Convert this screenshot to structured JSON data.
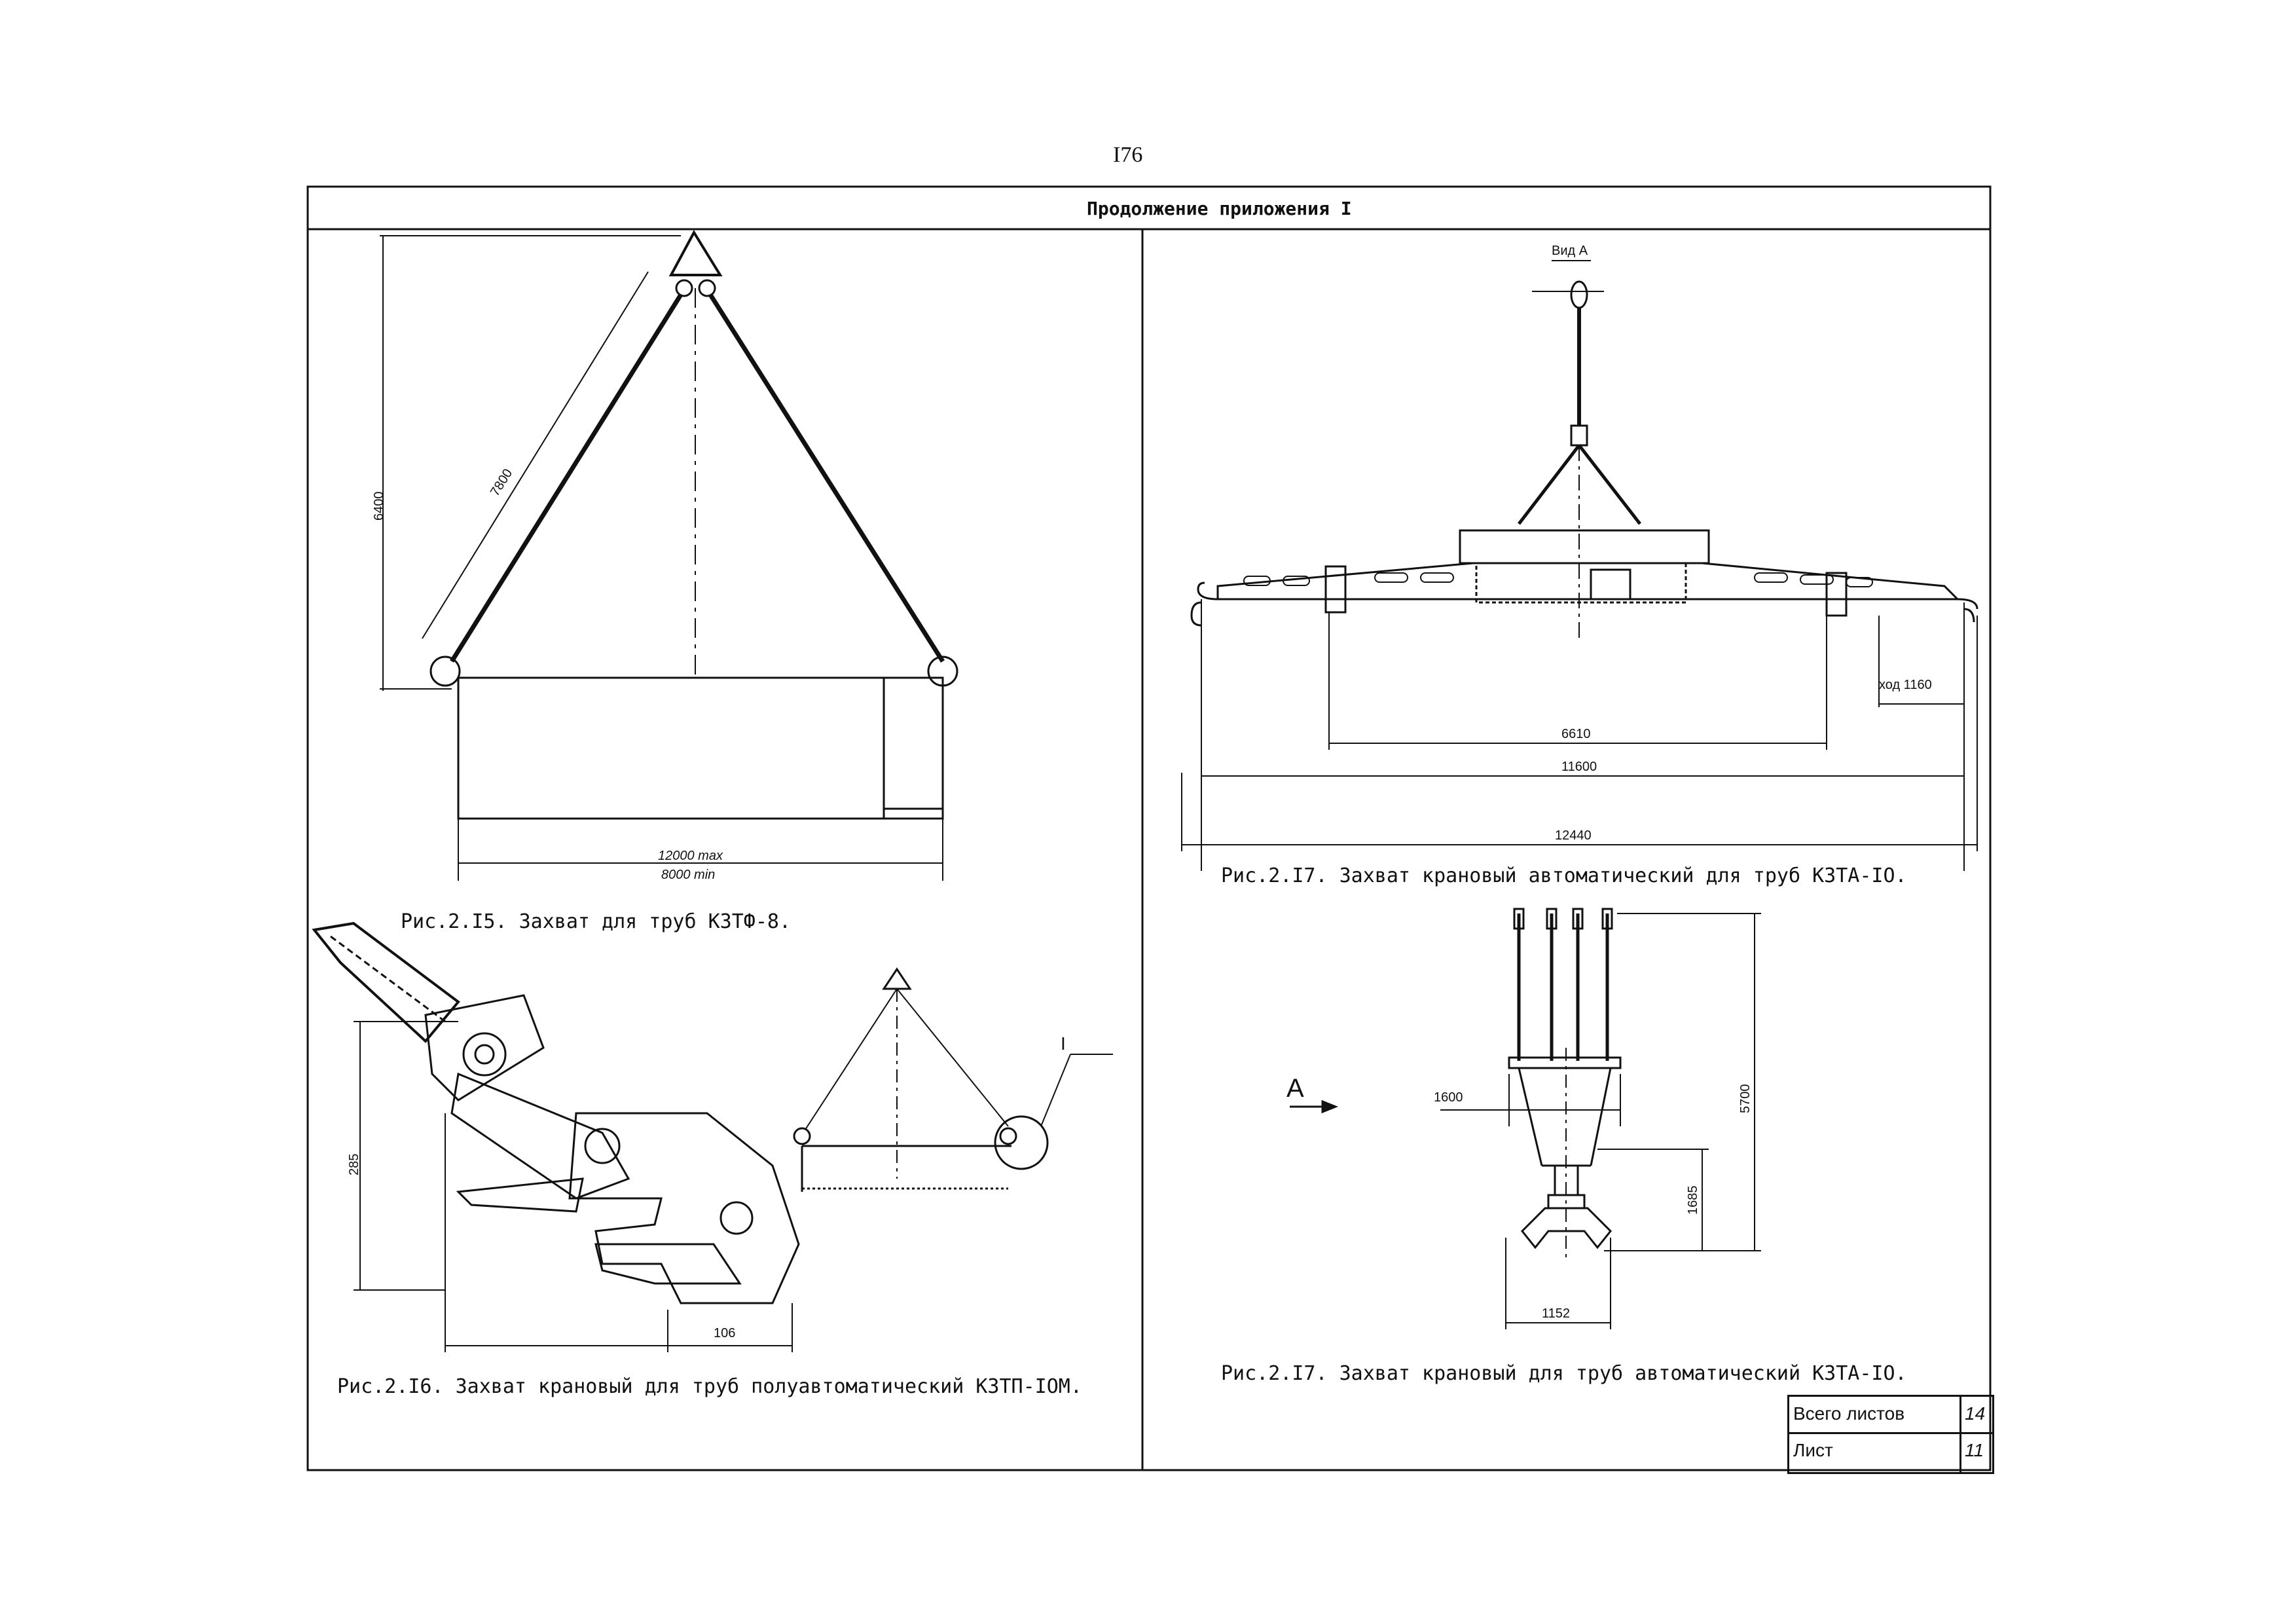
{
  "page": {
    "number": "I76",
    "header": "Продолжение приложения I"
  },
  "fig_2_15": {
    "caption": "Рис.2.I5. Захват для труб КЗТФ-8.",
    "dim_height": "6400",
    "dim_sling": "7800",
    "dim_length_max": "12000 max",
    "dim_length_min": "8000 min"
  },
  "fig_2_16": {
    "caption": "Рис.2.I6. Захват крановый для труб полуавтоматический КЗТП-IOM.",
    "dim_height": "285",
    "dim_width": "106",
    "detail_label": "I"
  },
  "fig_2_17_top": {
    "caption": "Рис.2.I7. Захват крановый автоматический для труб КЗТА-IO.",
    "view_label": "Вид А",
    "dim_stroke": "ход 1160",
    "dim_inner": "6610",
    "dim_middle": "11600",
    "dim_outer": "12440"
  },
  "fig_2_17_bottom": {
    "caption": "Рис.2.I7. Захват крановый для труб автоматический КЗТА-IO.",
    "arrow_label": "А",
    "dim_width_top": "1600",
    "dim_height_total": "5700",
    "dim_height_lower": "1685",
    "dim_width_bottom": "1152"
  },
  "stamp": {
    "total_sheets_label": "Всего листов",
    "total_sheets_value": "14",
    "sheet_label": "Лист",
    "sheet_value": "11"
  }
}
